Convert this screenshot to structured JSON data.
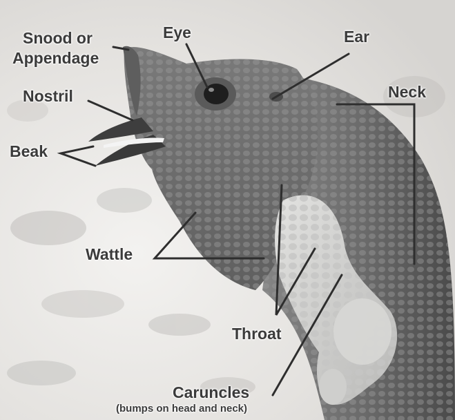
{
  "labels": {
    "snood": [
      "Snood or",
      "Appendage"
    ],
    "eye": "Eye",
    "ear": "Ear",
    "nostril": "Nostril",
    "neck": "Neck",
    "beak": "Beak",
    "wattle": "Wattle",
    "throat": "Throat",
    "caruncles": "Caruncles",
    "caruncles_note": "(bumps on head and neck)"
  },
  "colors": {
    "label_text": "#3b3b3b",
    "leader_line": "#2e2e2e",
    "background": "#e9e7e4",
    "head_skin": "#6f6f6f",
    "caruncle_light": "#d2d2d0"
  }
}
